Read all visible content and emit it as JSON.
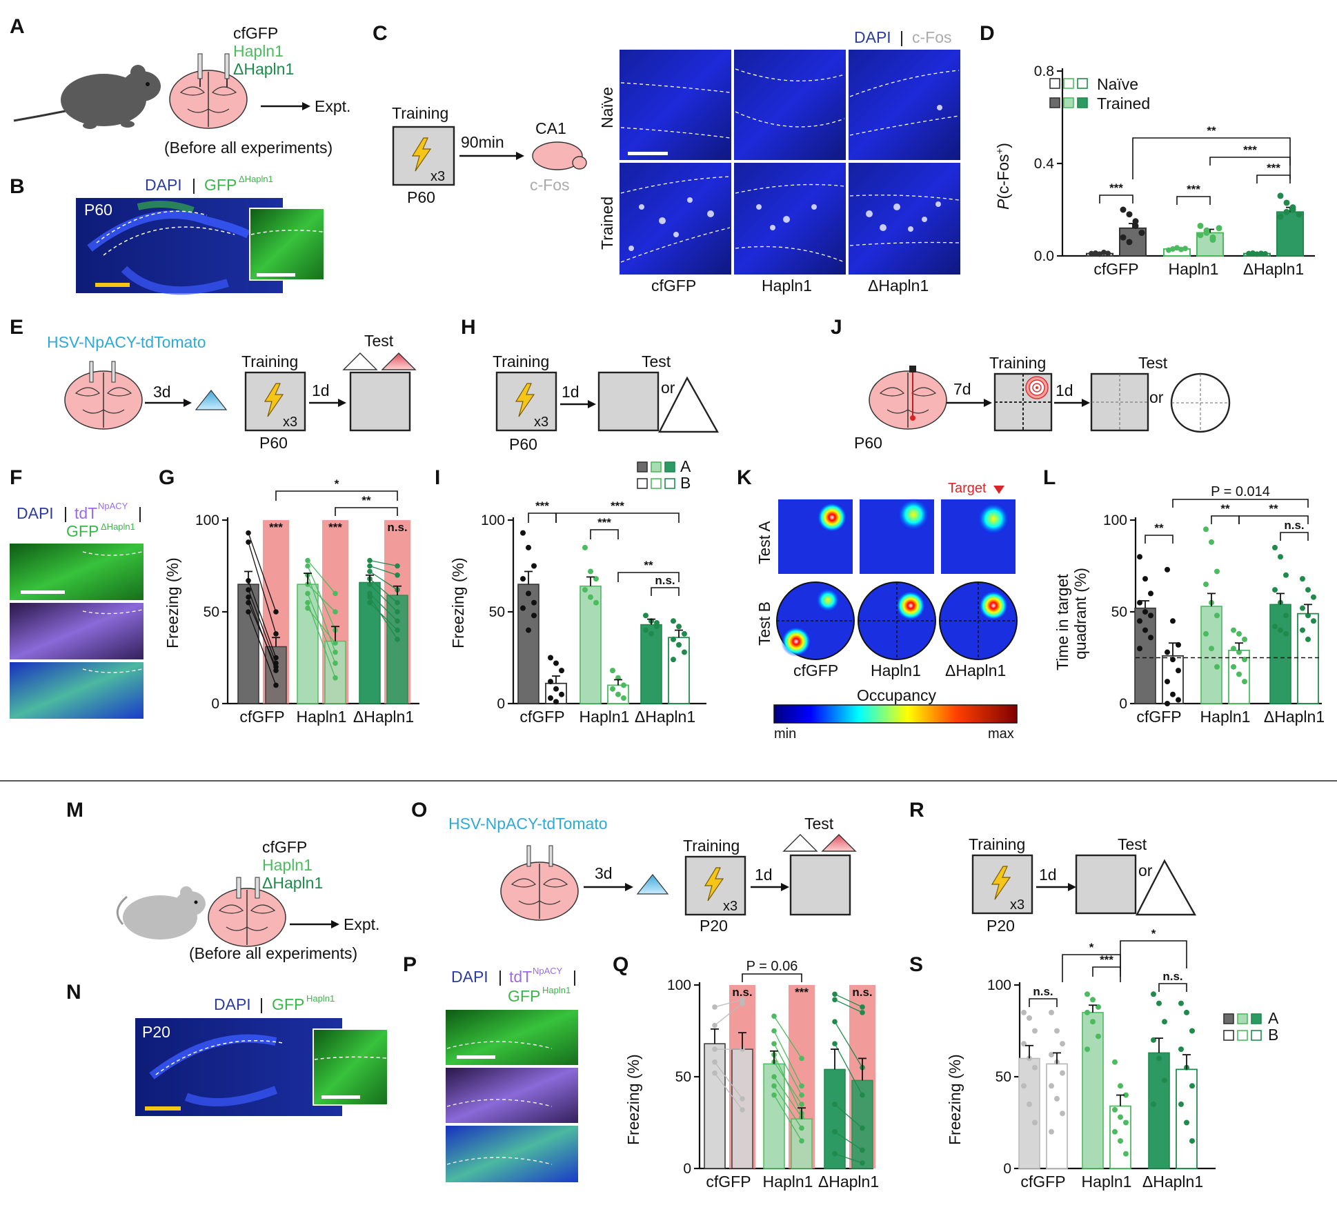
{
  "colors": {
    "grey": "#6b6b6b",
    "lightgreen": "#a9dcb4",
    "green": "#2e9a63",
    "pink": "#f08a8a",
    "cyan": "#2eaad6",
    "purple": "#9b6ce6",
    "dapi": "#2b3c9e",
    "gfp": "#3cb54a",
    "hapln": "#4cbb5f",
    "dhapln": "#1f8a4c"
  },
  "panels": {
    "A": {
      "letter": "A",
      "inj1": "cfGFP",
      "inj2": "Hapln1",
      "inj3": "ΔHapln1",
      "expt": "Expt.",
      "note": "(Before all experiments)"
    },
    "B": {
      "letter": "B",
      "dapi": "DAPI",
      "sep": "|",
      "gfp": "GFP",
      "gfp_sup": "ΔHapln1",
      "age": "P60"
    },
    "C": {
      "letter": "C",
      "training": "Training",
      "x3": "x3",
      "age": "P60",
      "delay": "90min",
      "region": "CA1",
      "cfos": "c-Fos",
      "dapi": "DAPI",
      "sep": "|",
      "cfos2": "c-Fos",
      "row1": "Naïve",
      "row2": "Trained",
      "col1": "cfGFP",
      "col2": "Hapln1",
      "col3": "ΔHapln1"
    },
    "D": {
      "letter": "D",
      "ylabel_p": "P",
      "ylabel_rest": "(c-Fos",
      "ylabel_sup": "+",
      "ylabel_end": ")",
      "legend_naive": "Naïve",
      "legend_trained": "Trained",
      "ticks": [
        "0.8",
        "0.4",
        "0.0"
      ],
      "cats": [
        "cfGFP",
        "Hapln1",
        "ΔHapln1"
      ],
      "s1": "***",
      "s2": "***",
      "s3": "***",
      "s4": "***",
      "s5": "**"
    },
    "E": {
      "letter": "E",
      "virus": "HSV-NpACY-tdTomato",
      "d3": "3d",
      "training": "Training",
      "x3": "x3",
      "age": "P60",
      "d1": "1d",
      "test": "Test"
    },
    "F": {
      "letter": "F",
      "dapi": "DAPI",
      "sep": "|",
      "tdt": "tdT",
      "tdt_sup": "NpACY",
      "sep2": "|",
      "gfp": "GFP",
      "gfp_sup": "ΔHapln1"
    },
    "G": {
      "letter": "G",
      "ylabel": "Freezing (%)",
      "ticks": [
        "100",
        "50",
        "0"
      ],
      "cats": [
        "cfGFP",
        "Hapln1",
        "ΔHapln1"
      ],
      "inbar": [
        "***",
        "***",
        "n.s."
      ],
      "s1": "*",
      "s2": "**"
    },
    "H": {
      "letter": "H",
      "training": "Training",
      "x3": "x3",
      "age": "P60",
      "d1": "1d",
      "test": "Test",
      "or": "or"
    },
    "I": {
      "letter": "I",
      "ylabel": "Freezing (%)",
      "ticks": [
        "100",
        "50",
        "0"
      ],
      "cats": [
        "cfGFP",
        "Hapln1",
        "ΔHapln1"
      ],
      "legA": "A",
      "legB": "B",
      "s1": "***",
      "s2": "***",
      "s3": "***",
      "s4": "**",
      "s5": "n.s."
    },
    "J": {
      "letter": "J",
      "d7": "7d",
      "training": "Training",
      "d1": "1d",
      "test": "Test",
      "or": "or",
      "age": "P60"
    },
    "K": {
      "letter": "K",
      "target": "Target",
      "rowA": "Test A",
      "rowB": "Test B",
      "cats": [
        "cfGFP",
        "Hapln1",
        "ΔHapln1"
      ],
      "occupancy": "Occupancy",
      "min": "min",
      "max": "max"
    },
    "L": {
      "letter": "L",
      "ylabel1": "Time in target",
      "ylabel2": "quadrant (%)",
      "ticks": [
        "100",
        "50",
        "0"
      ],
      "cats": [
        "cfGFP",
        "Hapln1",
        "ΔHapln1"
      ],
      "p": "P = 0.014",
      "s1": "**",
      "s2": "**",
      "s3": "**",
      "s4": "n.s."
    },
    "M": {
      "letter": "M",
      "inj1": "cfGFP",
      "inj2": "Hapln1",
      "inj3": "ΔHapln1",
      "expt": "Expt.",
      "note": "(Before all experiments)"
    },
    "N": {
      "letter": "N",
      "dapi": "DAPI",
      "sep": "|",
      "gfp": "GFP",
      "gfp_sup": "Hapln1",
      "age": "P20"
    },
    "O": {
      "letter": "O",
      "virus": "HSV-NpACY-tdTomato",
      "d3": "3d",
      "training": "Training",
      "x3": "x3",
      "age": "P20",
      "d1": "1d",
      "test": "Test"
    },
    "P": {
      "letter": "P",
      "dapi": "DAPI",
      "sep": "|",
      "tdt": "tdT",
      "tdt_sup": "NpACY",
      "sep2": "|",
      "gfp": "GFP",
      "gfp_sup": "Hapln1"
    },
    "Q": {
      "letter": "Q",
      "ylabel": "Freezing (%)",
      "ticks": [
        "100",
        "50",
        "0"
      ],
      "cats": [
        "cfGFP",
        "Hapln1",
        "ΔHapln1"
      ],
      "p": "P = 0.06",
      "inbar": [
        "n.s.",
        "***",
        "n.s."
      ]
    },
    "R": {
      "letter": "R",
      "training": "Training",
      "x3": "x3",
      "age": "P20",
      "d1": "1d",
      "test": "Test",
      "or": "or"
    },
    "S": {
      "letter": "S",
      "ylabel": "Freezing (%)",
      "ticks": [
        "100",
        "50",
        "0"
      ],
      "cats": [
        "cfGFP",
        "Hapln1",
        "ΔHapln1"
      ],
      "legA": "A",
      "legB": "B",
      "s1": "n.s.",
      "s2": "*",
      "s3": "***",
      "s4": "*",
      "s5": "n.s."
    }
  },
  "chart_data": [
    {
      "panel": "D",
      "type": "bar",
      "ylabel": "P(c-Fos+)",
      "ylim": [
        0,
        0.8
      ],
      "categories": [
        "cfGFP",
        "Hapln1",
        "ΔHapln1"
      ],
      "series": [
        {
          "name": "Naïve",
          "values": [
            0.01,
            0.03,
            0.01
          ],
          "sem": [
            0.003,
            0.006,
            0.003
          ]
        },
        {
          "name": "Trained",
          "values": [
            0.12,
            0.1,
            0.19
          ],
          "sem": [
            0.02,
            0.015,
            0.02
          ]
        }
      ],
      "points": {
        "Naïve": [
          [
            0.01,
            0.012,
            0.008,
            0.015,
            0.011
          ],
          [
            0.025,
            0.03,
            0.035,
            0.028,
            0.032
          ],
          [
            0.01,
            0.012,
            0.008,
            0.011,
            0.009
          ]
        ],
        "Trained": [
          [
            0.2,
            0.18,
            0.15,
            0.1,
            0.08,
            0.06,
            0.13,
            0.1
          ],
          [
            0.13,
            0.1,
            0.08,
            0.12,
            0.09,
            0.11,
            0.07
          ],
          [
            0.26,
            0.23,
            0.2,
            0.18,
            0.17,
            0.19,
            0.21
          ]
        ]
      }
    },
    {
      "panel": "G",
      "type": "bar",
      "ylabel": "Freezing (%)",
      "ylim": [
        0,
        100
      ],
      "categories": [
        "cfGFP",
        "Hapln1",
        "ΔHapln1"
      ],
      "series": [
        {
          "name": "Pre",
          "values": [
            65,
            65,
            66
          ],
          "sem": [
            7,
            6,
            4
          ]
        },
        {
          "name": "Post",
          "values": [
            31,
            34,
            59
          ],
          "sem": [
            5,
            8,
            5
          ]
        }
      ],
      "pairs": [
        [
          [
            93,
            50
          ],
          [
            88,
            38
          ],
          [
            67,
            25
          ],
          [
            58,
            18
          ],
          [
            62,
            22
          ],
          [
            55,
            20
          ],
          [
            50,
            10
          ]
        ],
        [
          [
            78,
            60
          ],
          [
            75,
            40
          ],
          [
            70,
            28
          ],
          [
            60,
            22
          ],
          [
            55,
            14
          ],
          [
            52,
            33
          ],
          [
            65,
            50
          ]
        ],
        [
          [
            78,
            75
          ],
          [
            75,
            70
          ],
          [
            72,
            62
          ],
          [
            68,
            55
          ],
          [
            65,
            50
          ],
          [
            58,
            35
          ],
          [
            60,
            45
          ],
          [
            55,
            40
          ]
        ]
      ]
    },
    {
      "panel": "I",
      "type": "bar",
      "ylabel": "Freezing (%)",
      "ylim": [
        0,
        100
      ],
      "categories": [
        "cfGFP",
        "Hapln1",
        "ΔHapln1"
      ],
      "series": [
        {
          "name": "A",
          "values": [
            65,
            64,
            43
          ],
          "sem": [
            7,
            5,
            3
          ]
        },
        {
          "name": "B",
          "values": [
            11,
            10,
            36
          ],
          "sem": [
            4,
            3,
            4
          ]
        }
      ],
      "points": {
        "A": [
          [
            93,
            85,
            75,
            68,
            60,
            55,
            52,
            40,
            48
          ],
          [
            85,
            72,
            68,
            62,
            58,
            55
          ],
          [
            48,
            45,
            42,
            40,
            38,
            44
          ]
        ],
        "B": [
          [
            25,
            22,
            18,
            12,
            8,
            5,
            3,
            1
          ],
          [
            18,
            14,
            10,
            8,
            5,
            3
          ],
          [
            45,
            42,
            38,
            35,
            32,
            28,
            24
          ]
        ]
      }
    },
    {
      "panel": "L",
      "type": "bar",
      "ylabel": "Time in target quadrant (%)",
      "ylim": [
        0,
        100
      ],
      "chance": 25,
      "categories": [
        "cfGFP",
        "Hapln1",
        "ΔHapln1"
      ],
      "series": [
        {
          "name": "A",
          "values": [
            52,
            53,
            54
          ],
          "sem": [
            4,
            7,
            6
          ]
        },
        {
          "name": "B",
          "values": [
            26,
            29,
            49
          ],
          "sem": [
            7,
            4,
            5
          ]
        }
      ],
      "points": {
        "A": [
          [
            80,
            68,
            60,
            55,
            50,
            48,
            45,
            40,
            36,
            30
          ],
          [
            95,
            88,
            72,
            65,
            55,
            48,
            38,
            30,
            20
          ],
          [
            85,
            80,
            70,
            62,
            55,
            48,
            42,
            40,
            38
          ]
        ],
        "B": [
          [
            73,
            45,
            32,
            28,
            24,
            18,
            12,
            5,
            2,
            0
          ],
          [
            40,
            38,
            35,
            30,
            28,
            24,
            20,
            16,
            12
          ],
          [
            68,
            62,
            58,
            52,
            48,
            45,
            40,
            35
          ]
        ]
      }
    },
    {
      "panel": "Q",
      "type": "bar",
      "ylabel": "Freezing (%)",
      "ylim": [
        0,
        100
      ],
      "categories": [
        "cfGFP",
        "Hapln1",
        "ΔHapln1"
      ],
      "series": [
        {
          "name": "Pre",
          "values": [
            68,
            57,
            54
          ],
          "sem": [
            8,
            7,
            11
          ]
        },
        {
          "name": "Post",
          "values": [
            65,
            27,
            48
          ],
          "sem": [
            9,
            6,
            12
          ]
        }
      ],
      "pairs": [
        [
          [
            88,
            92
          ],
          [
            78,
            90
          ],
          [
            65,
            65
          ],
          [
            58,
            38
          ],
          [
            52,
            32
          ]
        ],
        [
          [
            83,
            60
          ],
          [
            68,
            40
          ],
          [
            62,
            30
          ],
          [
            58,
            35
          ],
          [
            50,
            28
          ],
          [
            45,
            22
          ],
          [
            40,
            15
          ],
          [
            75,
            45
          ]
        ],
        [
          [
            95,
            88
          ],
          [
            92,
            85
          ],
          [
            80,
            55
          ],
          [
            68,
            40
          ],
          [
            35,
            22
          ],
          [
            20,
            10
          ],
          [
            8,
            3
          ]
        ]
      ]
    },
    {
      "panel": "S",
      "type": "bar",
      "ylabel": "Freezing (%)",
      "ylim": [
        0,
        100
      ],
      "categories": [
        "cfGFP",
        "Hapln1",
        "ΔHapln1"
      ],
      "series": [
        {
          "name": "A",
          "values": [
            60,
            85,
            63
          ],
          "sem": [
            7,
            4,
            8
          ]
        },
        {
          "name": "B",
          "values": [
            57,
            34,
            54
          ],
          "sem": [
            6,
            6,
            8
          ]
        }
      ],
      "points": {
        "A": [
          [
            85,
            82,
            75,
            68,
            60,
            55,
            45,
            35,
            25
          ],
          [
            95,
            92,
            88,
            85,
            80,
            72,
            65
          ],
          [
            95,
            90,
            80,
            70,
            60,
            48,
            35
          ]
        ],
        "B": [
          [
            85,
            75,
            68,
            62,
            58,
            52,
            45,
            38,
            30,
            20
          ],
          [
            58,
            45,
            40,
            32,
            28,
            25,
            20,
            15,
            8
          ],
          [
            90,
            85,
            75,
            65,
            55,
            45,
            35,
            25,
            15
          ]
        ]
      }
    }
  ]
}
